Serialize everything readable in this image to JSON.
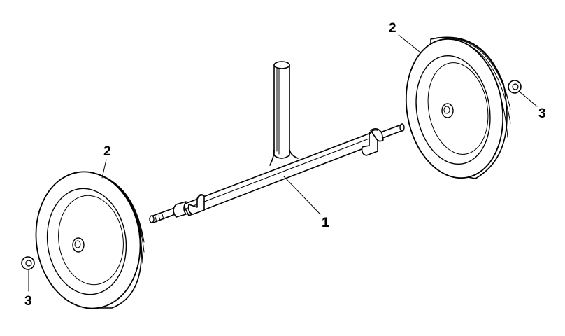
{
  "parts": {
    "axle_callout": "1",
    "wheel_left_callout": "2",
    "wheel_right_callout": "2",
    "nut_left_callout": "3",
    "nut_right_callout": "3"
  }
}
